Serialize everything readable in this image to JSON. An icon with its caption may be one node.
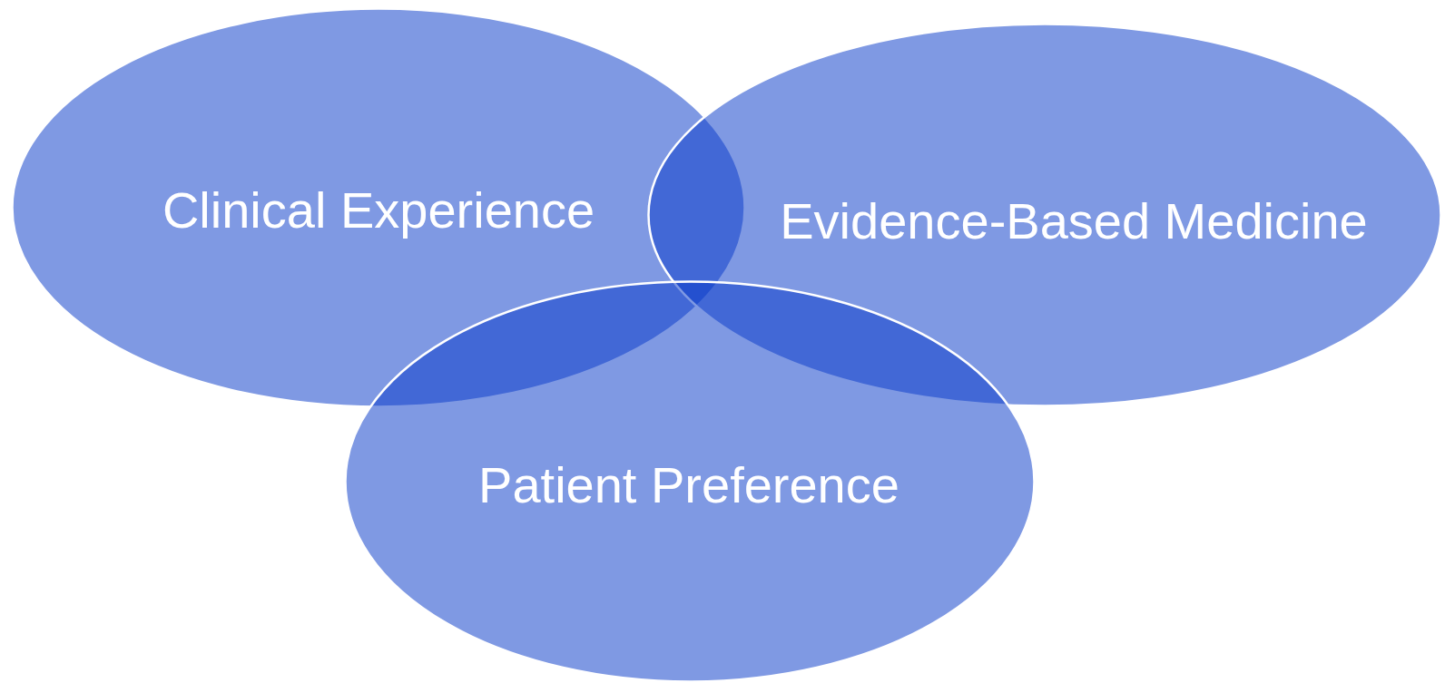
{
  "diagram": {
    "nodes": [
      {
        "text": [
          "Clinical Experience"
        ]
      },
      {
        "text": [
          "Evidence-Based Medicine"
        ]
      },
      {
        "text": [
          "Patient Preference"
        ]
      }
    ]
  }
}
